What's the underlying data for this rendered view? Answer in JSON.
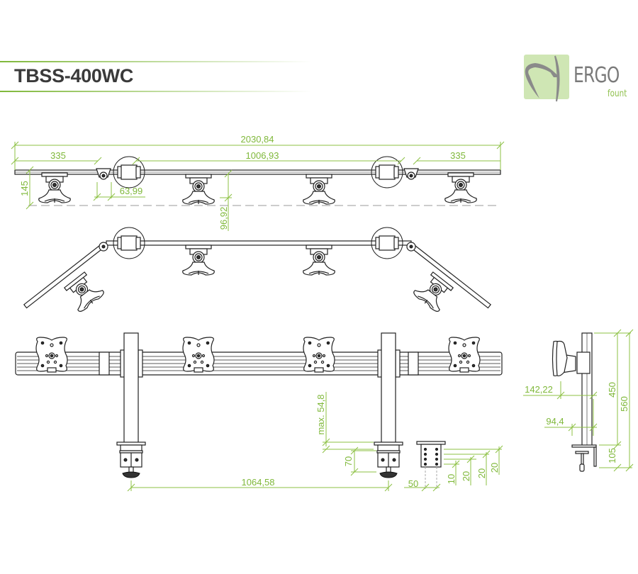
{
  "header": {
    "product_code": "TBSS-400WC",
    "accent_color": "#7fb83a"
  },
  "logo": {
    "brand": "ERGO",
    "sub": "fount"
  },
  "top_view": {
    "overall_width": "2030,84",
    "left_arm": "335",
    "center_span": "1006,93",
    "right_arm": "335",
    "height": "145",
    "joint_offset": "63,99",
    "depth": "96,92"
  },
  "front_view": {
    "clamp_spacing": "1064,58",
    "max_desk": "max. 54,8",
    "clamp_height": "70",
    "base_width": "50",
    "hole_spacing": [
      "10",
      "20",
      "20",
      "20"
    ]
  },
  "side_view": {
    "offset_outer": "142,22",
    "offset_inner": "94,4",
    "pole_height": "450",
    "total_height": "560",
    "clamp_depth": "105"
  }
}
